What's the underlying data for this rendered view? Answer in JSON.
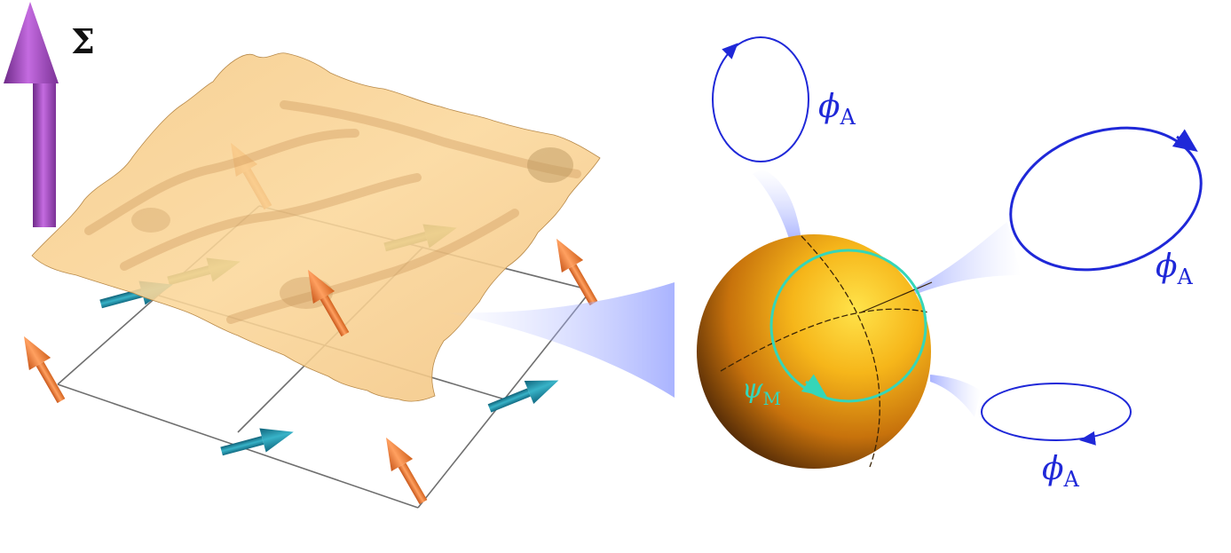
{
  "labels": {
    "sigma": "Σ",
    "phi_symbol": "ϕ",
    "phi_sub": "A",
    "psi_symbol": "ψ",
    "psi_sub": "M"
  },
  "colors": {
    "sigma_arrow": "#a44fc4",
    "orange_spin": "#f07a2a",
    "teal_spin": "#1f8fa6",
    "green_spin": "#6e9a48",
    "surface": "#f7cf86",
    "lattice": "#6f6f6f",
    "sphere": "#f1a00e",
    "loop_blue": "#1f28d8",
    "psi_loop": "#35d6b8",
    "halo": "#aab4ff"
  },
  "icons": {
    "sigma_arrow": "up-arrow-icon",
    "spin_arrow": "spin-arrow-icon"
  }
}
